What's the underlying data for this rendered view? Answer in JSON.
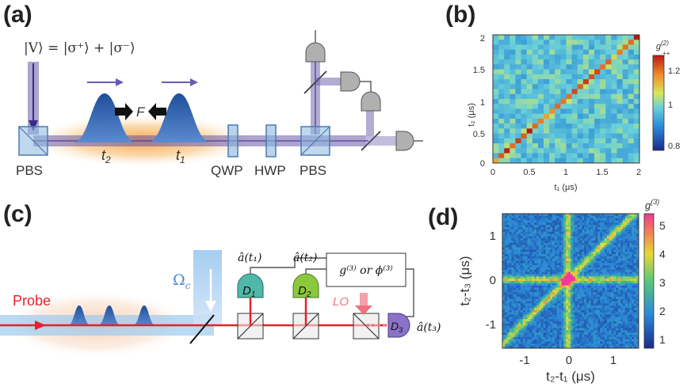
{
  "panels": {
    "a": {
      "label": "(a)",
      "state_eq": "|V⟩ = |σ⁺⟩ + |σ⁻⟩",
      "force": "F",
      "t2": "t",
      "t2_sub": "2",
      "t1": "t",
      "t1_sub": "1",
      "components": [
        "PBS",
        "QWP",
        "HWP",
        "PBS"
      ]
    },
    "b": {
      "label": "(b)",
      "colorbar_title": "g",
      "colorbar_sup": "(2)",
      "colorbar_sub": "++",
      "colorbar_ticks": [
        "1.2",
        "1",
        "0.8"
      ],
      "xlabel": "t₁ (μs)",
      "ylabel": "t₂ (μs)",
      "xticks": [
        "0",
        "0.5",
        "1",
        "1.5",
        "2"
      ],
      "yticks": [
        "0",
        "0.5",
        "1",
        "1.5",
        "2"
      ]
    },
    "c": {
      "label": "(c)",
      "omega": "Ω",
      "omega_sub": "c",
      "probe": "Probe",
      "a_t1": "â(t₁)",
      "a_t2": "â(t₂)",
      "a_t3": "â(t₃)",
      "box_text": "g⁽³⁾ or ϕ⁽³⁾",
      "d1": "D",
      "d1_sub": "1",
      "d2": "D",
      "d2_sub": "2",
      "d3": "D",
      "d3_sub": "3",
      "lo": "LO"
    },
    "d": {
      "label": "(d)",
      "colorbar_title": "g",
      "colorbar_sup": "(3)",
      "colorbar_ticks": [
        "5",
        "4",
        "3",
        "2",
        "1"
      ],
      "xlabel": "t₂-t₁ (μs)",
      "ylabel": "t₂-t₃ (μs)",
      "xticks": [
        "-1",
        "0",
        "1"
      ],
      "yticks": [
        "1",
        "0",
        "-1"
      ]
    }
  },
  "colors": {
    "pulse_blue": "#2f5faa",
    "beam_purple": "#6a5aa8",
    "atom_orange": "#f5a040",
    "probe_red": "#e8202a",
    "control_blue": "#7fb6e8",
    "d1_teal": "#4fb8a8",
    "d2_green": "#8cc83c",
    "d3_purple": "#8a72c8"
  }
}
